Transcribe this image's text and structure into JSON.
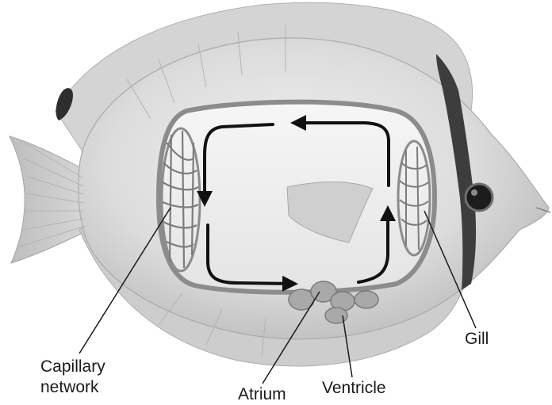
{
  "labels": {
    "capillary_line1": "Capillary",
    "capillary_line2": "network",
    "atrium": "Atrium",
    "ventricle": "Ventricle",
    "gill": "Gill"
  },
  "colors": {
    "body": "#dedede",
    "fin": "#c9c9c9",
    "band": "#3d3d3d",
    "vessel": "#8c8c8c",
    "arrow": "#111111",
    "heart": "#a9a9a9"
  }
}
